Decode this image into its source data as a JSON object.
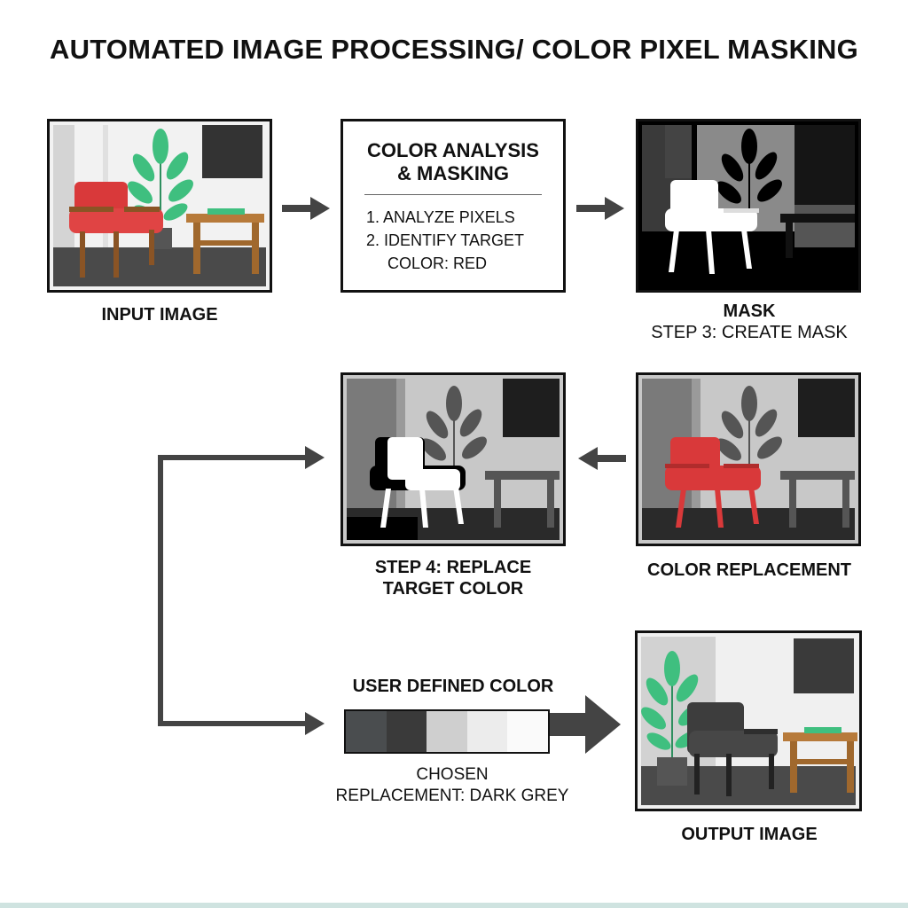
{
  "title": "AUTOMATED IMAGE PROCESSING/ COLOR PIXEL MASKING",
  "input": {
    "caption": "INPUT IMAGE"
  },
  "analysis": {
    "heading_line1": "COLOR ANALYSIS",
    "heading_line2": "& MASKING",
    "step1": "1. ANALYZE PIXELS",
    "step2_line1": "2. IDENTIFY TARGET",
    "step2_line2": "COLOR: RED"
  },
  "mask": {
    "caption_bold": "MASK",
    "caption": "STEP 3: CREATE MASK"
  },
  "replace_step": {
    "caption_line1": "STEP 4: REPLACE",
    "caption_line2": "TARGET COLOR"
  },
  "color_replacement": {
    "caption": "COLOR REPLACEMENT"
  },
  "user_color": {
    "heading": "USER DEFINED COLOR",
    "caption_line1": "CHOSEN",
    "caption_line2": "REPLACEMENT: DARK GREY",
    "swatches": [
      "#4a4d4f",
      "#3a3a3a",
      "#cfcfcf",
      "#ececec",
      "#fafafa"
    ]
  },
  "output": {
    "caption": "OUTPUT IMAGE"
  },
  "colors": {
    "red": "#d9393a",
    "green": "#3fbf7f",
    "wood": "#a0682d",
    "dark_grey": "#3d3d3d",
    "arrow": "#444444"
  }
}
